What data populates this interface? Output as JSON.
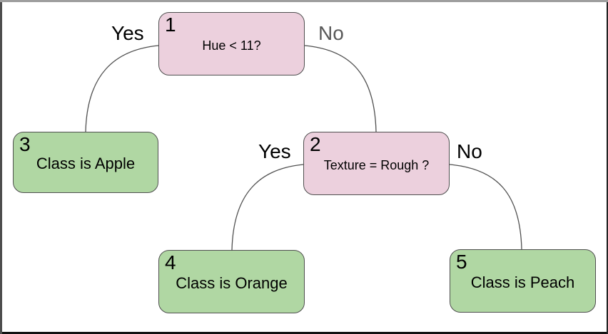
{
  "diagram": {
    "title": "decision-tree",
    "background": "#ffffff",
    "colors": {
      "decision_fill": "#ecd0dd",
      "leaf_fill": "#b0d7a3",
      "node_border": "#4f4f4f",
      "edge_stroke": "#4f4f4f",
      "edge_label_black": "#000000",
      "edge_label_gray": "#595959"
    },
    "nodes": [
      {
        "number": "1",
        "label": "Hue < 11?",
        "type": "decision"
      },
      {
        "number": "2",
        "label": "Texture = Rough ?",
        "type": "decision"
      },
      {
        "number": "3",
        "label": "Class is Apple",
        "type": "leaf"
      },
      {
        "number": "4",
        "label": "Class is Orange",
        "type": "leaf"
      },
      {
        "number": "5",
        "label": "Class is Peach",
        "type": "leaf"
      }
    ],
    "edges": [
      {
        "from": "1",
        "to": "3",
        "label": "Yes"
      },
      {
        "from": "1",
        "to": "2",
        "label": "No"
      },
      {
        "from": "2",
        "to": "4",
        "label": "Yes"
      },
      {
        "from": "2",
        "to": "5",
        "label": "No"
      }
    ]
  }
}
